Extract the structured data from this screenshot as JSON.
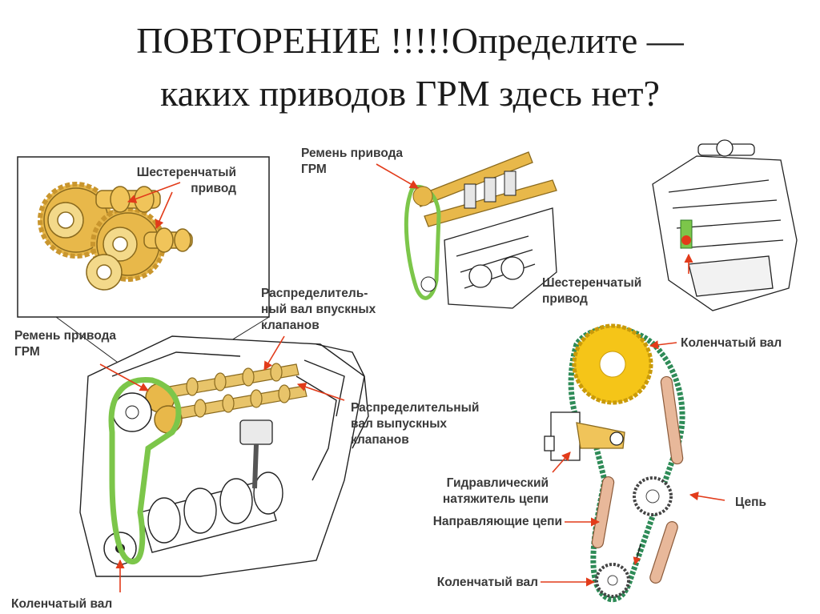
{
  "title": {
    "line1": "ПОВТОРЕНИЕ !!!!!Определите —",
    "line2": "каких приводов ГРМ здесь нет?"
  },
  "colors": {
    "belt": "#7cc64a",
    "chain": "#2e8b57",
    "gear": "#e8b84a",
    "gear_dark": "#c9962e",
    "sprocket": "#f5c518",
    "guide": "#e8b89a",
    "arrow": "#e23b1a",
    "line_art": "#222222"
  },
  "icons": [
    "gear-icon",
    "camshaft-icon",
    "crankshaft-icon",
    "piston-icon",
    "tensioner-icon",
    "chain-guide-icon",
    "engine-block-icon"
  ],
  "diagrams": {
    "gear_drive": {
      "label": "Шестеренчатый\nпривод"
    },
    "belt_engine_top": {
      "belt_label": "Ремень привода\nГРМ"
    },
    "v_engine": {
      "label": "Шестеренчатый\nпривод"
    },
    "belt_engine_main": {
      "belt_label": "Ремень привода\nГРМ",
      "intake_cam_label": "Распределитель-\nный вал впускных\nклапанов",
      "exhaust_cam_label": "Распределительный\nвал выпускных\nклапанов",
      "crank_label": "Коленчатый вал"
    },
    "chain_drive": {
      "top_crank_label": "Коленчатый вал",
      "tensioner_label": "Гидравлический\nнатяжитель цепи",
      "chain_label": "Цепь",
      "guides_label": "Направляющие цепи",
      "bottom_crank_label": "Коленчатый вал"
    }
  }
}
